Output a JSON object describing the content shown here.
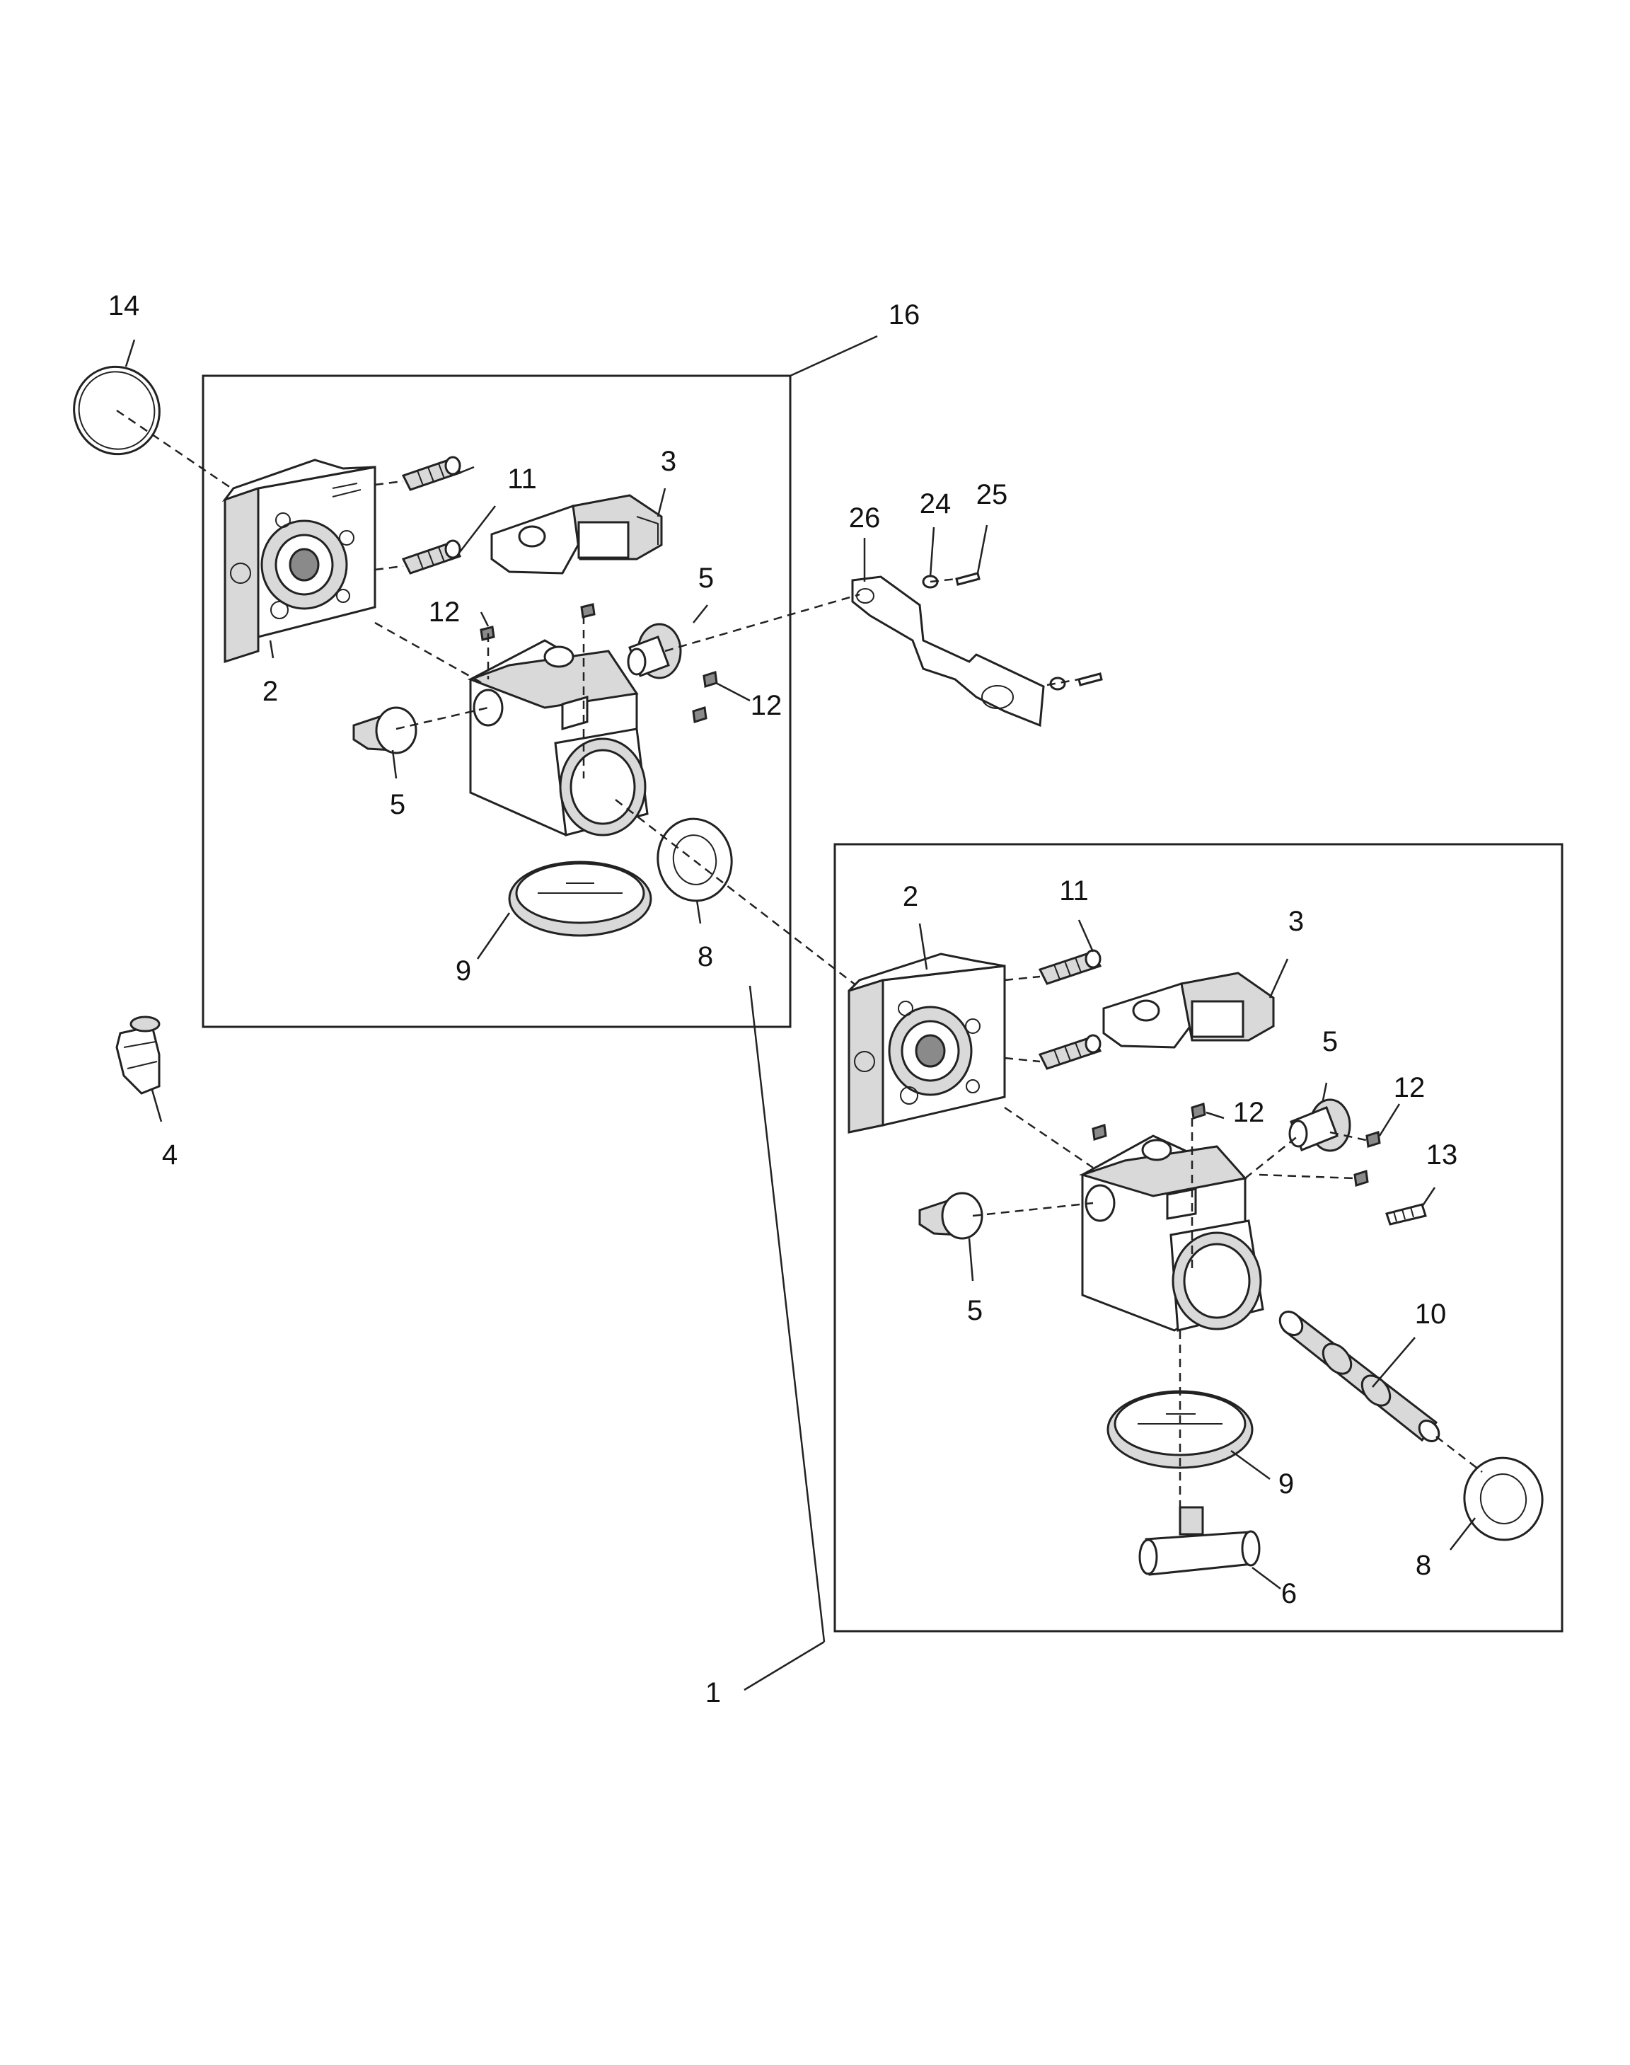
{
  "callouts": {
    "c1": "1",
    "c2a": "2",
    "c2b": "2",
    "c3a": "3",
    "c3b": "3",
    "c4": "4",
    "c5a": "5",
    "c5b": "5",
    "c5c": "5",
    "c5d": "5",
    "c6": "6",
    "c8a": "8",
    "c8b": "8",
    "c9a": "9",
    "c9b": "9",
    "c10": "10",
    "c11a": "11",
    "c11b": "11",
    "c12a": "12",
    "c12b": "12",
    "c12c": "12",
    "c12d": "12",
    "c13": "13",
    "c14": "14",
    "c16": "16",
    "c24": "24",
    "c25": "25",
    "c26": "26"
  }
}
